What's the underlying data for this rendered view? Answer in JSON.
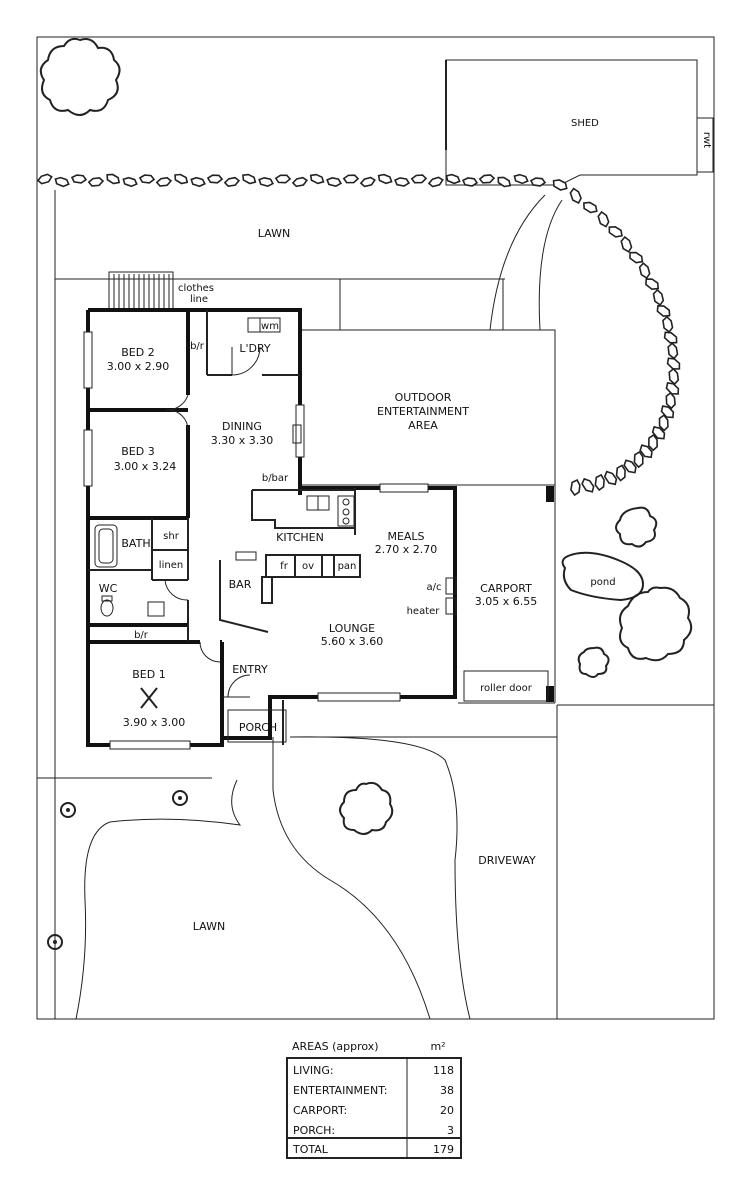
{
  "rooms": {
    "shed": "SHED",
    "rwt": "rwt",
    "lawn_back": "LAWN",
    "clothes_line": [
      "clothes",
      "line"
    ],
    "bed2": {
      "name": "BED 2",
      "size": "3.00 x 2.90"
    },
    "bir_bed2": "b/r",
    "wm": "wm",
    "ldry": "L'DRY",
    "outdoor": [
      "OUTDOOR",
      "ENTERTAINMENT",
      "AREA"
    ],
    "bed3": {
      "name": "BED 3",
      "size": "3.00 x 3.24"
    },
    "dining": {
      "name": "DINING",
      "size": "3.30 x 3.30"
    },
    "bbar": "b/bar",
    "kitchen": "KITCHEN",
    "meals": {
      "name": "MEALS",
      "size": "2.70 x 2.70"
    },
    "bath": "BATH",
    "shr": "shr",
    "linen": "linen",
    "fr": "fr",
    "ov": "ov",
    "pan": "pan",
    "wc": "WC",
    "bar": "BAR",
    "ac": "a/c",
    "heater": "heater",
    "carport": {
      "name": "CARPORT",
      "size": "3.05 x 6.55"
    },
    "pond": "pond",
    "lounge": {
      "name": "LOUNGE",
      "size": "5.60 x 3.60"
    },
    "bir_bed1": "b/r",
    "bed1": {
      "name": "BED 1",
      "size": "3.90 x 3.00"
    },
    "entry": "ENTRY",
    "roller_door": "roller door",
    "porch": "PORCH",
    "driveway": "DRIVEWAY",
    "lawn_front": "LAWN"
  },
  "areas": {
    "title": "AREAS (approx)",
    "unit": "m²",
    "rows": [
      {
        "label": "LIVING:",
        "value": "118"
      },
      {
        "label": "ENTERTAINMENT:",
        "value": "38"
      },
      {
        "label": "CARPORT:",
        "value": "20"
      },
      {
        "label": "PORCH:",
        "value": "3"
      }
    ],
    "total": {
      "label": "TOTAL",
      "value": "179"
    }
  }
}
